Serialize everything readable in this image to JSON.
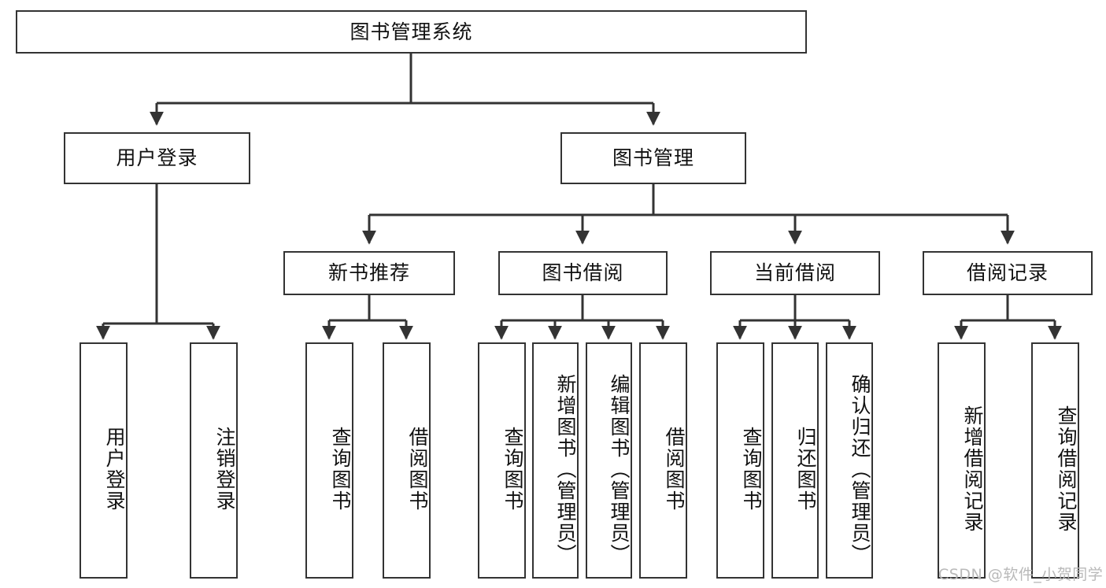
{
  "diagram": {
    "title": "图书管理系统",
    "type": "tree-hierarchy-diagram",
    "colors": {
      "box_border": "#333333",
      "box_fill": "#ffffff",
      "edge": "#333333",
      "text": "#111111",
      "watermark": "#b9b9b9",
      "background": "#ffffff"
    },
    "root": {
      "label": "图书管理系统"
    },
    "level2": [
      {
        "label": "用户登录"
      },
      {
        "label": "图书管理"
      }
    ],
    "level3": [
      {
        "label": "新书推荐"
      },
      {
        "label": "图书借阅"
      },
      {
        "label": "当前借阅"
      },
      {
        "label": "借阅记录"
      }
    ],
    "leaves": {
      "user_login": [
        {
          "label": "用户登录"
        },
        {
          "label": "注销登录"
        }
      ],
      "new_book_recommend": [
        {
          "label": "查询图书"
        },
        {
          "label": "借阅图书"
        }
      ],
      "book_borrow": [
        {
          "label": "查询图书"
        },
        {
          "label": "新增图书（管理员）"
        },
        {
          "label": "编辑图书（管理员）"
        },
        {
          "label": "借阅图书"
        }
      ],
      "current_borrow": [
        {
          "label": "查询图书"
        },
        {
          "label": "归还图书"
        },
        {
          "label": "确认归还（管理员）"
        }
      ],
      "borrow_record": [
        {
          "label": "新增借阅记录"
        },
        {
          "label": "查询借阅记录"
        }
      ]
    }
  },
  "watermark": {
    "text": "CSDN @软件_小贺同学"
  }
}
